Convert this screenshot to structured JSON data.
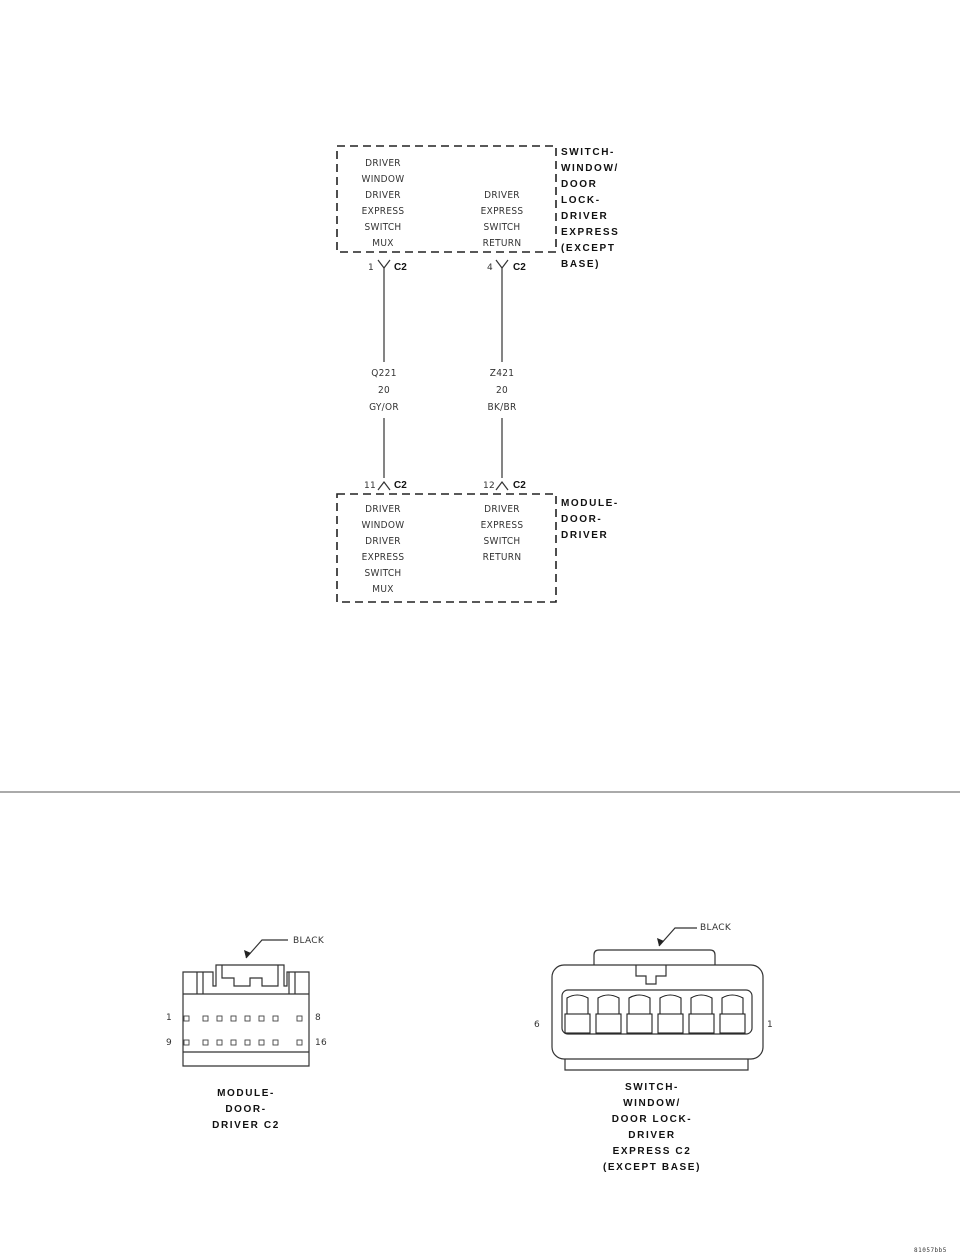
{
  "switch_box": {
    "label_lines": [
      "SWITCH-",
      "WINDOW/",
      "DOOR",
      "LOCK-",
      "DRIVER",
      "EXPRESS",
      "(EXCEPT",
      "BASE)"
    ],
    "pin_left_lines": [
      "DRIVER",
      "WINDOW",
      "DRIVER",
      "EXPRESS",
      "SWITCH",
      "MUX"
    ],
    "pin_right_lines": [
      "DRIVER",
      "EXPRESS",
      "SWITCH",
      "RETURN"
    ]
  },
  "module_box": {
    "label_lines": [
      "MODULE-",
      "DOOR-",
      "DRIVER"
    ],
    "pin_left_lines": [
      "DRIVER",
      "WINDOW",
      "DRIVER",
      "EXPRESS",
      "SWITCH",
      "MUX"
    ],
    "pin_right_lines": [
      "DRIVER",
      "EXPRESS",
      "SWITCH",
      "RETURN"
    ]
  },
  "connectors": {
    "top_left_pin": "1",
    "top_right_pin": "4",
    "bottom_left_pin": "11",
    "bottom_right_pin": "12",
    "name": "C2"
  },
  "wires": {
    "left_lines": [
      "Q221",
      "20",
      "GY/OR"
    ],
    "right_lines": [
      "Z421",
      "20",
      "BK/BR"
    ]
  },
  "module_connector": {
    "color_label": "BLACK",
    "pin_1": "1",
    "pin_8": "8",
    "pin_9": "9",
    "pin_16": "16",
    "caption_lines": [
      "MODULE-",
      "DOOR-",
      "DRIVER C2"
    ]
  },
  "switch_connector": {
    "color_label": "BLACK",
    "pin_6": "6",
    "pin_1": "1",
    "caption_lines": [
      "SWITCH-",
      "WINDOW/",
      "DOOR LOCK-",
      "DRIVER",
      "EXPRESS C2",
      "(EXCEPT BASE)"
    ]
  },
  "figure_id": "81057bb5"
}
